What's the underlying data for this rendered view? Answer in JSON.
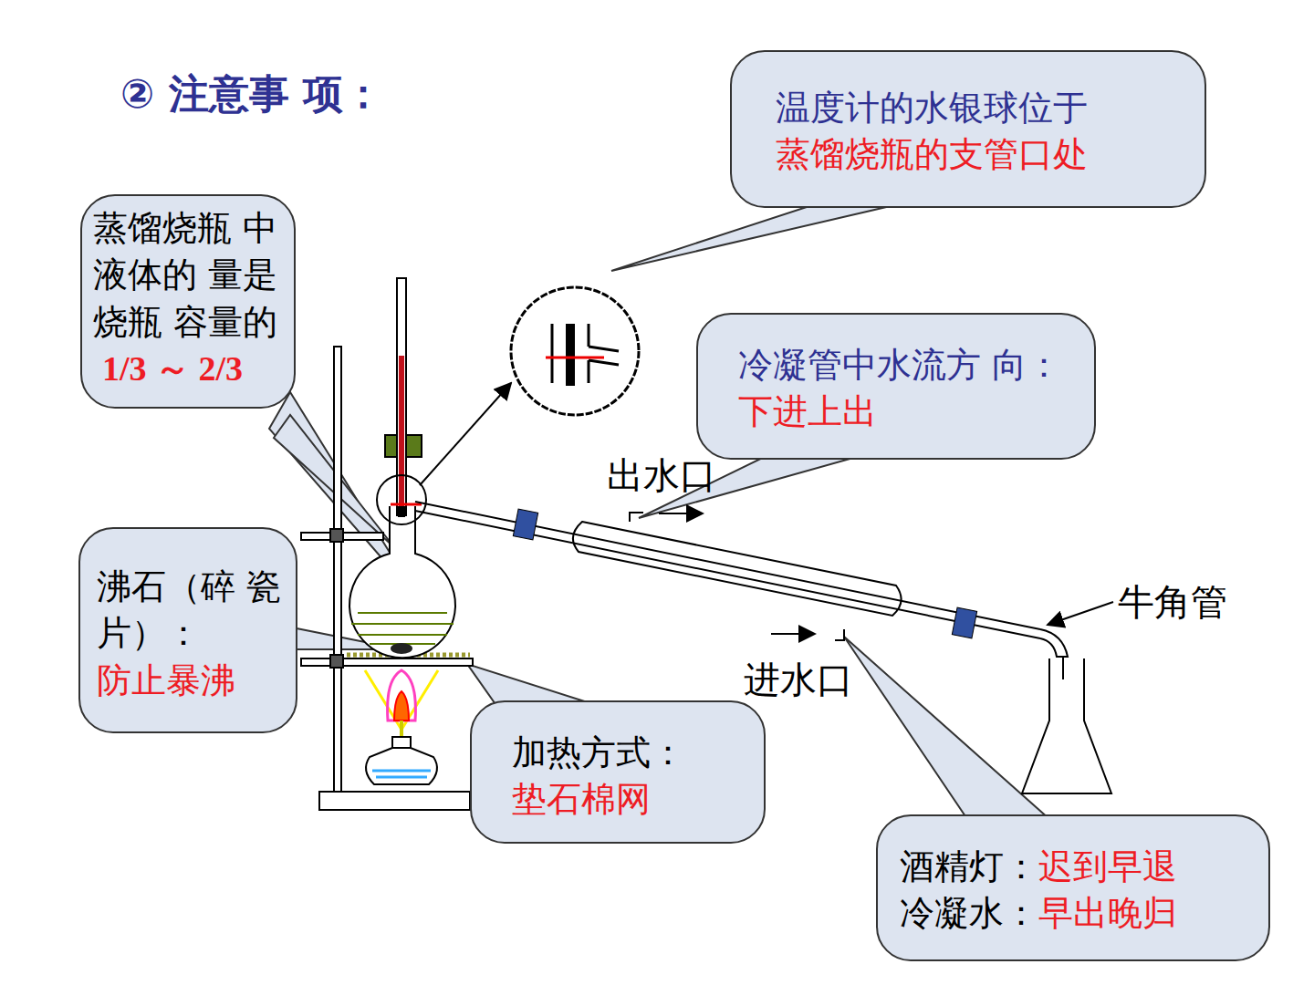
{
  "diagram": {
    "title": "② 注意事 项：",
    "nodes": [
      {
        "text": [
          "温度计的水银球位于",
          "蒸馏烧瓶的支管口处"
        ]
      },
      {
        "text": [
          "蒸馏烧瓶 中液体的 量是烧瓶 容量的",
          "1/3 ～ 2/3"
        ]
      },
      {
        "text": [
          "冷凝管中水流方 向：",
          "下进上出"
        ]
      },
      {
        "text": [
          "沸石（碎 瓷片）：",
          "防止暴沸"
        ]
      },
      {
        "text": [
          "加热方式：",
          "垫石棉网"
        ]
      },
      {
        "text": [
          "酒精灯：",
          "迟到早退",
          "冷凝水：",
          "早出晚归"
        ]
      }
    ],
    "labels": [
      "出水口",
      "进水口",
      "牛角管"
    ]
  }
}
